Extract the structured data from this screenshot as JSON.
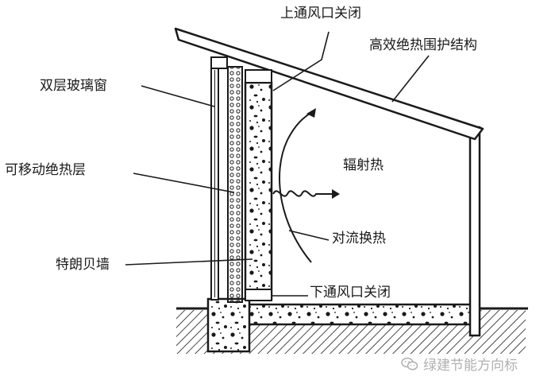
{
  "labels": {
    "top_vent": "上通风口关闭",
    "envelope": "高效绝热围护结构",
    "glass": "双层玻璃窗",
    "insulation": "可移动绝热层",
    "radiant": "辐射热",
    "convective": "对流换热",
    "trombe_wall": "特朗贝墙",
    "bottom_vent": "下通风口关闭"
  },
  "watermark": {
    "text": "绿建节能方向标",
    "icon": "wechat-icon"
  },
  "colors": {
    "line": "#1a1a1a",
    "background": "#ffffff",
    "watermark": "#b0b0b0"
  }
}
